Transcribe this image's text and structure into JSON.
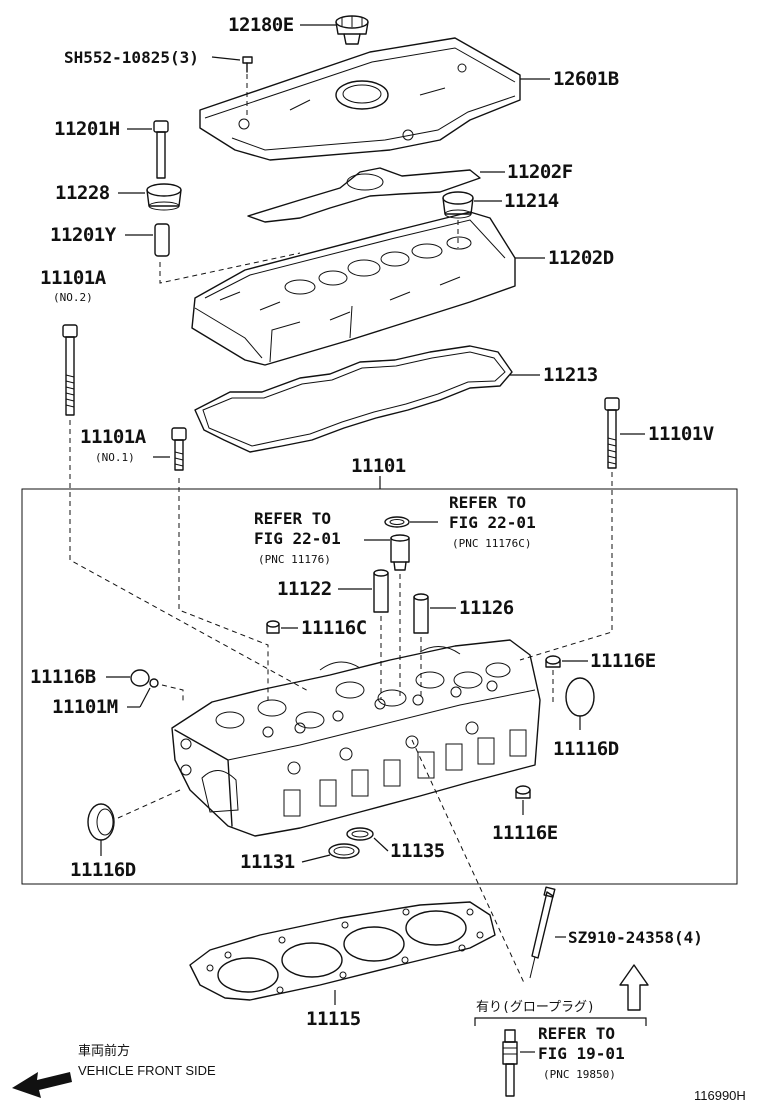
{
  "labels": {
    "p12180E": "12180E",
    "pSH552": "SH552-10825(3)",
    "p12601B": "12601B",
    "p11201H": "11201H",
    "p11202F": "11202F",
    "p11228": "11228",
    "p11214": "11214",
    "p11201Y": "11201Y",
    "p11202D": "11202D",
    "p11101A_top": "11101A",
    "no2": "(NO.2)",
    "p11213": "11213",
    "p11101A_mid": "11101A",
    "no1": "(NO.1)",
    "p11101V": "11101V",
    "p11101": "11101",
    "refer1_a": "REFER TO",
    "refer1_b": "FIG 22-01",
    "refer1_c": "(PNC 11176)",
    "refer2_a": "REFER TO",
    "refer2_b": "FIG 22-01",
    "refer2_c": "(PNC 11176C)",
    "p11122": "11122",
    "p11126": "11126",
    "p11116C": "11116C",
    "p11116B": "11116B",
    "p11116E_r": "11116E",
    "p11101M": "11101M",
    "p11116D_r": "11116D",
    "p11116E_b": "11116E",
    "p11116D_l": "11116D",
    "p11131": "11131",
    "p11135": "11135",
    "pSZ910": "SZ910-24358(4)",
    "glow_note": "有り(グロープラグ)",
    "p11115": "11115",
    "refer3_a": "REFER TO",
    "refer3_b": "FIG 19-01",
    "refer3_c": "(PNC 19850)",
    "front_jp": "車両前方",
    "front_en": "VEHICLE FRONT SIDE",
    "fig_no": "116990H"
  }
}
